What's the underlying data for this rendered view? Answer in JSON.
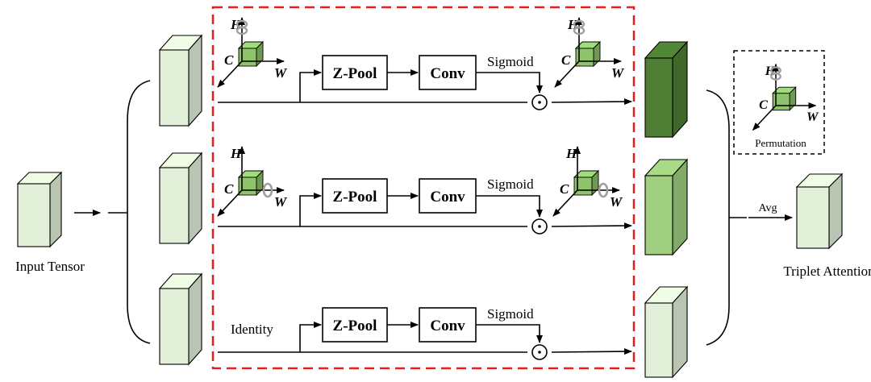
{
  "input_label": "Input Tensor",
  "output_label": "Triplet Attention",
  "avg_label": "Avg",
  "permutation_label": "Permutation",
  "zpool_label": "Z-Pool",
  "conv_label": "Conv",
  "sigmoid_label": "Sigmoid",
  "identity_label": "Identity",
  "axis_h": "H",
  "axis_c": "C",
  "axis_w": "W",
  "mult_symbol": "⊙",
  "colors": {
    "dashed_border": "#e02020",
    "cube_light": "#e2f0d9",
    "cube_mid": "#9fcf7f",
    "cube_dark": "#4e7f35",
    "small_cube": "#8fc46d",
    "arrow_grey": "#a0a0a0"
  }
}
